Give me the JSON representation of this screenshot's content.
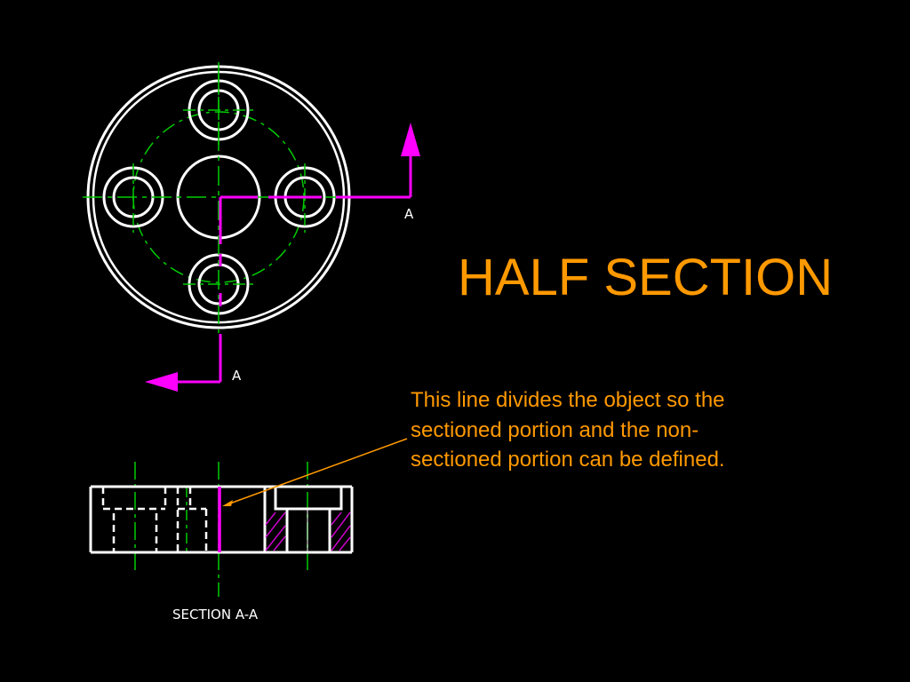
{
  "slide": {
    "title": "HALF SECTION",
    "callout_text": "This line divides the object so the sectioned portion and the non-sectioned portion can be defined."
  },
  "drawing": {
    "cutting_plane_label_right": "A",
    "cutting_plane_label_bottom": "A",
    "section_view_caption": "SECTION A-A"
  },
  "colors": {
    "background": "#000000",
    "object_lines": "#ffffff",
    "center_lines": "#00cc00",
    "cutting_plane": "#ff00ff",
    "text_accent": "#ff9900",
    "hatch": "#cc00cc"
  }
}
